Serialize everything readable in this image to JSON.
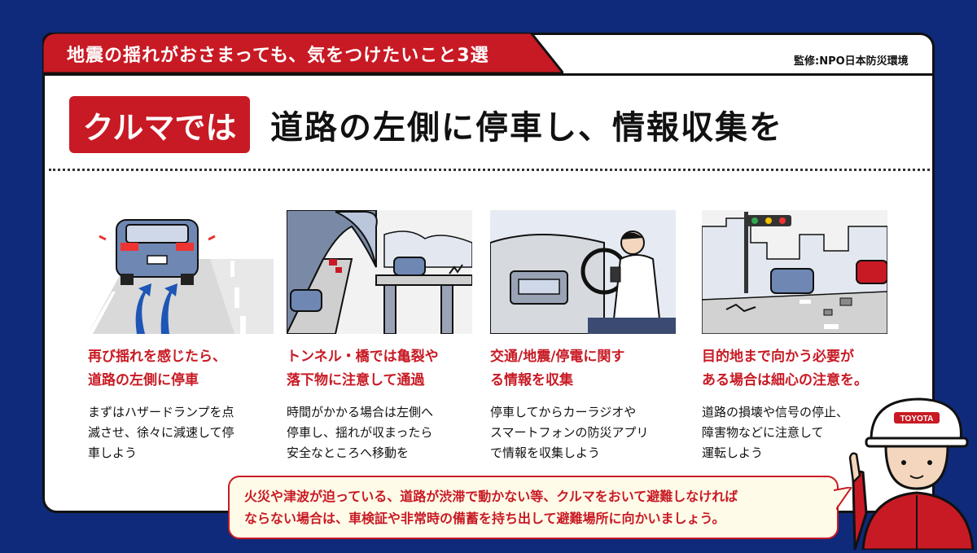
{
  "banner": {
    "text": "地震の揺れがおさまっても、気をつけたいこと3選"
  },
  "supervisor": "監修:NPO日本防災環境",
  "tag": "クルマでは",
  "headline": "道路の左側に停車し、情報収集を",
  "columns": [
    {
      "title_line1": "再び揺れを感じたら、",
      "title_line2": "道路の左側に停車",
      "body_line1": "まずはハザードランプを点",
      "body_line2": "滅させ、徐々に減速して停",
      "body_line3": "車しよう"
    },
    {
      "title_line1": "トンネル・橋では亀裂や",
      "title_line2": "落下物に注意して通過",
      "body_line1": "時間がかかる場合は左側へ",
      "body_line2": "停車し、揺れが収まったら",
      "body_line3": "安全なところへ移動を"
    },
    {
      "title_line1": "交通/地震/停電に関す",
      "title_line2": "る情報を収集",
      "body_line1": "停車してからカーラジオや",
      "body_line2": "スマートフォンの防災アプリ",
      "body_line3": "で情報を収集しよう"
    },
    {
      "title_line1": "目的地まで向かう必要が",
      "title_line2": "ある場合は細心の注意を。",
      "body_line1": "道路の損壊や信号の停止、",
      "body_line2": "障害物などに注意して",
      "body_line3": "運転しよう"
    }
  ],
  "note": {
    "line1": "火災や津波が迫っている、道路が渋滞で動かない等、クルマをおいて避難しなければ",
    "line2": "ならない場合は、車検証や非常時の備蓄を持ち出して避難場所に向かいましょう。"
  },
  "mascot": {
    "helmet_text": "TOYOTA"
  },
  "colors": {
    "navy": "#0f2a7a",
    "red": "#c81a24",
    "note_bg": "#fffbe9"
  }
}
